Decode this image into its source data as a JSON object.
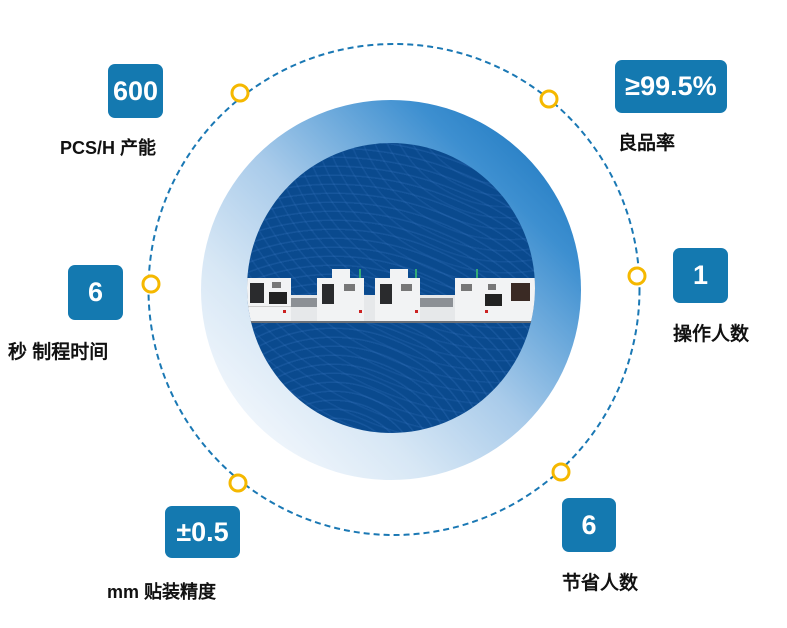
{
  "diagram": {
    "title": "",
    "center_image": "production-line-equipment",
    "colors": {
      "badge": "#1479b0",
      "orbit_dash": "#1a78b4",
      "dot_ring": "#f5b800",
      "core_bg": "#0a4a8e",
      "ring_gradient_dark": "#0f6db8",
      "ring_gradient_light": "#edf4fb"
    },
    "metrics": [
      {
        "value": "600",
        "label": "PCS/H 产能"
      },
      {
        "value": "≥99.5%",
        "label": "良品率"
      },
      {
        "value": "6",
        "label": "秒 制程时间"
      },
      {
        "value": "1",
        "label": "操作人数"
      },
      {
        "value": "±0.5",
        "label": "mm 贴装精度"
      },
      {
        "value": "6",
        "label": "节省人数"
      }
    ]
  }
}
